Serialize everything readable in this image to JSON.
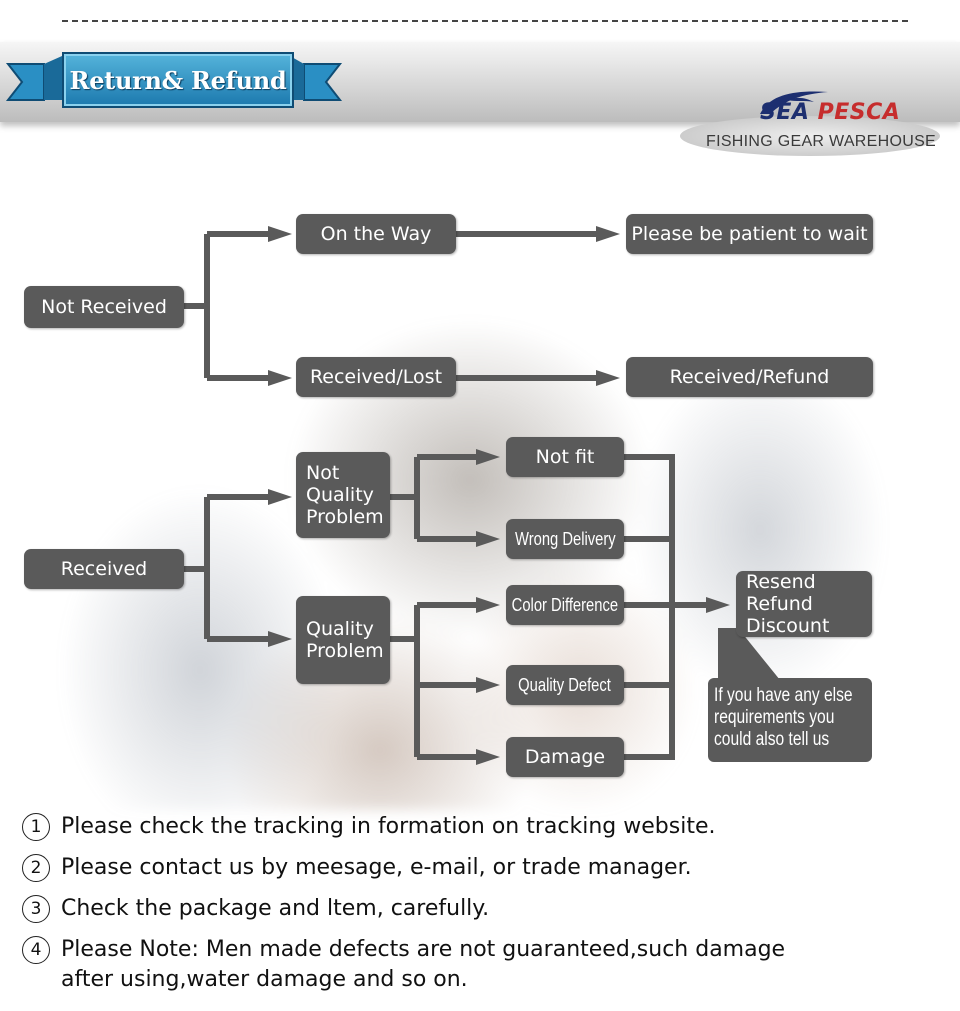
{
  "header": {
    "title": "Return& Refund",
    "logo": {
      "name_part1": "SEA",
      "name_part2": "PESCA",
      "subtitle": "FISHING GEAR WAREHOUSE"
    },
    "colors": {
      "title_bg": "#1c79ae",
      "logo_sea": "#1d2f70",
      "logo_pesca": "#c62d2d"
    }
  },
  "flow": {
    "not_received": "Not Received",
    "on_the_way": "On the Way",
    "wait": "Please be patient to wait",
    "received_lost": "Received/Lost",
    "received_refund": "Received/Refund",
    "received": "Received",
    "not_quality": [
      "Not",
      "Quality",
      "Problem"
    ],
    "quality": [
      "Quality",
      "Problem"
    ],
    "not_fit": "Not fit",
    "wrong_delivery": "Wrong Delivery",
    "color_difference": "Color Difference",
    "quality_defect": "Quality Defect",
    "damage": "Damage",
    "outcomes": [
      "Resend",
      "Refund",
      "Discount"
    ],
    "callout": [
      "If you have any else",
      "requirements you",
      "could also tell us"
    ],
    "box_color": "#5a5a5a"
  },
  "notes": [
    {
      "num": "1",
      "text": "Please check the tracking in formation on tracking website."
    },
    {
      "num": "2",
      "text": "Please contact us by meesage, e-mail, or trade manager."
    },
    {
      "num": "3",
      "text": "Check the package and ltem, carefully."
    },
    {
      "num": "4",
      "text": "Please Note: Men made defects  are not guaranteed,such damage\nafter using,water damage and so on."
    }
  ]
}
